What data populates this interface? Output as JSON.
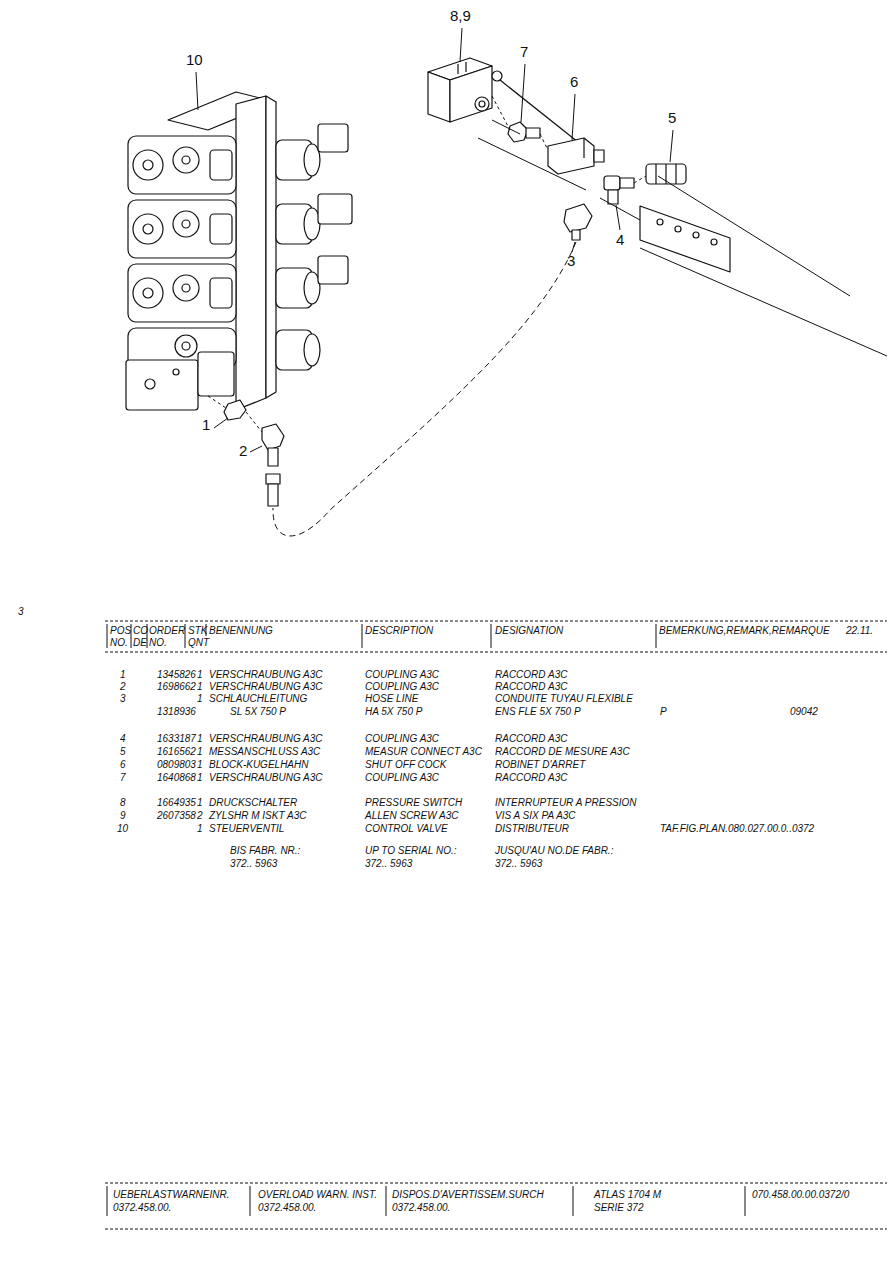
{
  "diagram": {
    "labels": [
      "10",
      "8,9",
      "7",
      "6",
      "5",
      "4",
      "3",
      "1",
      "2",
      "3",
      "POS",
      "CO",
      "ORDER",
      "STK",
      "BENENNUNG",
      "DESCRIPTION",
      "DESIGNATION",
      "BEMERKUNG,REMARK,REMARQUE",
      "22.11.",
      "NO.",
      "DE",
      "NO.",
      "QNT",
      "1",
      "1345826",
      "1",
      "VERSCHRAUBUNG A3C",
      "COUPLING A3C",
      "RACCORD A3C",
      "2",
      "1698662",
      "1",
      "VERSCHRAUBUNG A3C",
      "COUPLING A3C",
      "RACCORD A3C",
      "3",
      "1",
      "SCHLAUCHLEITUNG",
      "HOSE LINE",
      "CONDUITE TUYAU FLEXIBLE",
      "1318936",
      "SL 5X 750 P",
      "HA 5X 750 P",
      "ENS FLE 5X 750 P",
      "P",
      "09042",
      "4",
      "1633187",
      "1",
      "VERSCHRAUBUNG A3C",
      "COUPLING A3C",
      "RACCORD A3C",
      "5",
      "1616562",
      "1",
      "MESSANSCHLUSS A3C",
      "MEASUR CONNECT A3C",
      "RACCORD DE MESURE A3C",
      "6",
      "0809803",
      "1",
      "BLOCK-KUGELHAHN",
      "SHUT OFF COCK",
      "ROBINET D'ARRET",
      "7",
      "1640868",
      "1",
      "VERSCHRAUBUNG A3C",
      "COUPLING A3C",
      "RACCORD A3C",
      "8",
      "1664935",
      "1",
      "DRUCKSCHALTER",
      "PRESSURE SWITCH",
      "INTERRUPTEUR A PRESSION",
      "9",
      "2607358",
      "2",
      "ZYLSHR M ISKT A3C",
      "ALLEN SCREW A3C",
      "VIS A SIX PA A3C",
      "10",
      "1",
      "STEUERVENTIL",
      "CONTROL VALVE",
      "DISTRIBUTEUR",
      "TAF.FIG.PLAN.080.027.00.0..0372",
      "BIS FABR. NR.:",
      "UP TO SERIAL NO.:",
      "JUSQU'AU NO.DE FABR.:",
      "372.. 5963",
      "372.. 5963",
      "372.. 5963",
      "UEBERLASTWARNEINR.",
      "OVERLOAD WARN. INST.",
      "DISPOS.D'AVERTISSEM.SURCH",
      "ATLAS 1704 M",
      "070.458.00.00.0372/0",
      "0372.458.00.",
      "0372.458.00.",
      "0372.458.00.",
      "SERIE 372"
    ]
  }
}
